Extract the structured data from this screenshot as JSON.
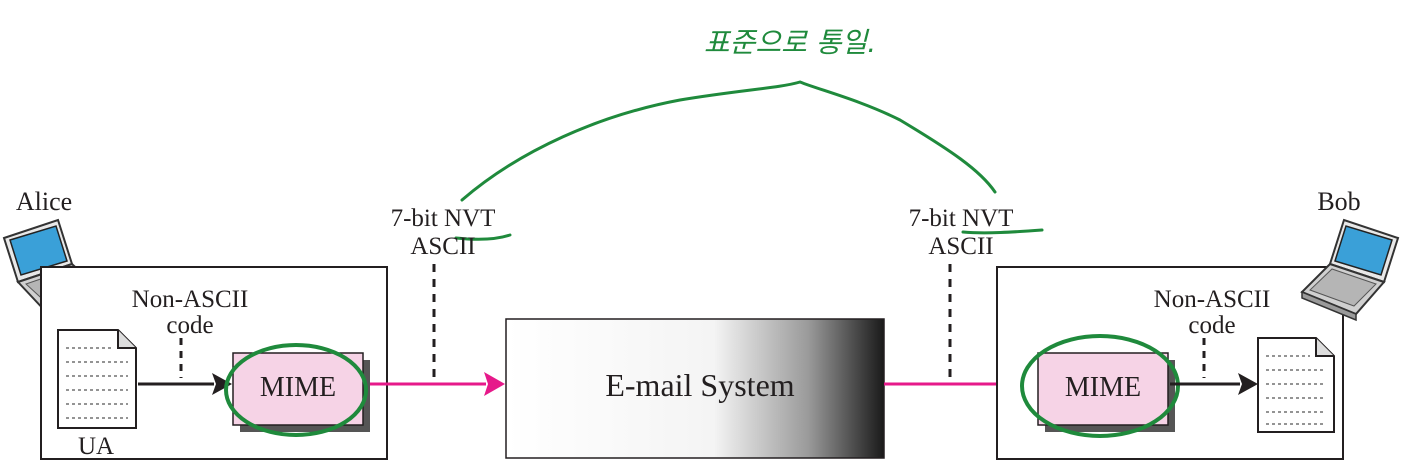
{
  "handwriting": {
    "annotation": "표준으로 통일.",
    "color": "#1f8a3c"
  },
  "alice": {
    "name": "Alice",
    "non_ascii_line1": "Non-ASCII",
    "non_ascii_line2": "code",
    "ua_label": "UA",
    "mime_label": "MIME",
    "icon": "laptop-icon"
  },
  "bob": {
    "name": "Bob",
    "non_ascii_line1": "Non-ASCII",
    "non_ascii_line2": "code",
    "mime_label": "MIME",
    "icon": "laptop-icon"
  },
  "left_channel": {
    "line1": "7-bit NVT",
    "line2": "ASCII"
  },
  "right_channel": {
    "line1": "7-bit NVT",
    "line2": "ASCII"
  },
  "email_system": {
    "label": "E-mail System"
  },
  "colors": {
    "arrow_magenta": "#e6198a",
    "mime_fill": "#f6d3e6",
    "mime_shadow": "#555555",
    "ink": "#231f20",
    "laptop_screen": "#3aa0d8"
  }
}
